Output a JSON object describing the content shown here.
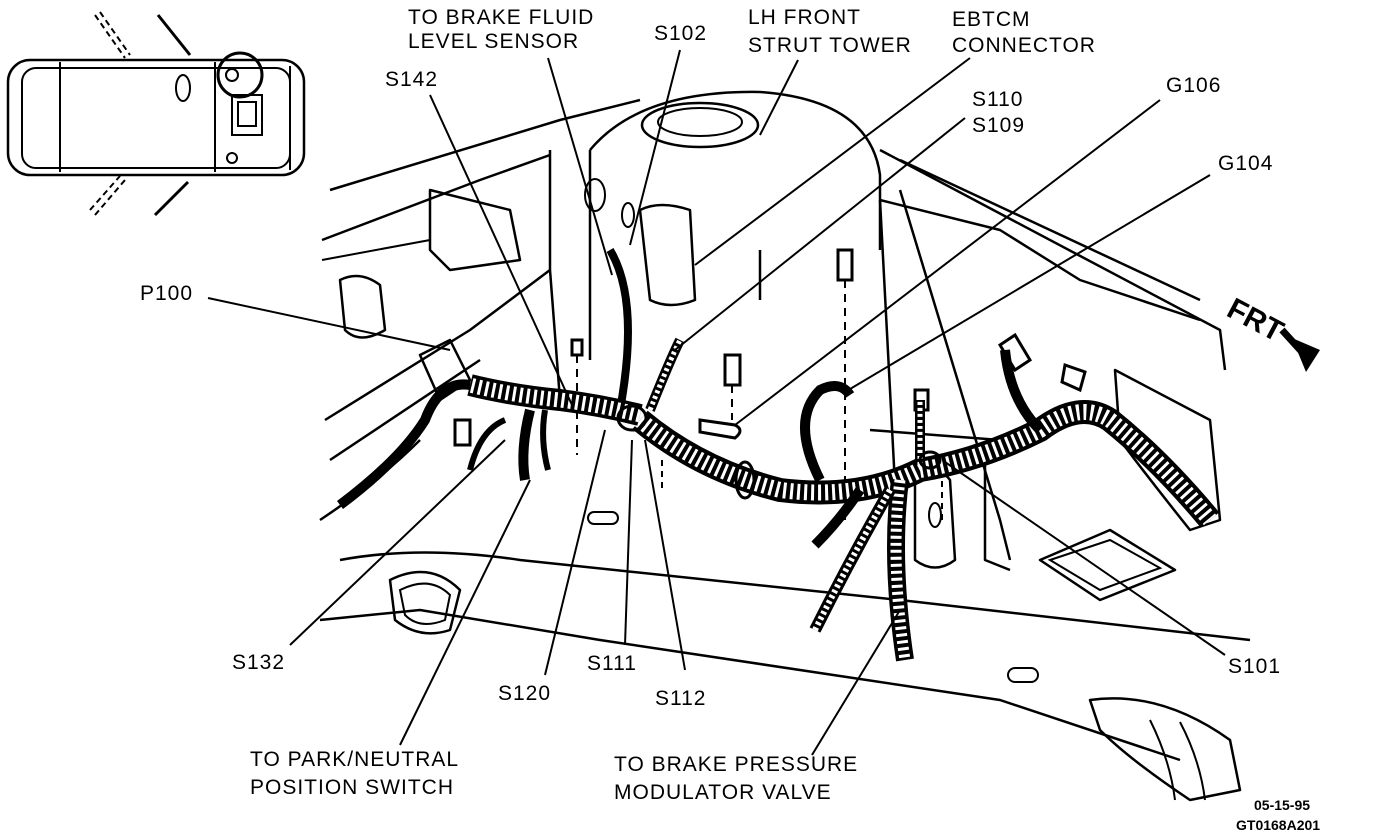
{
  "labels": {
    "brake_fluid": [
      "TO BRAKE FLUID",
      "LEVEL SENSOR"
    ],
    "s102": "S102",
    "lh_front": [
      "LH FRONT",
      "STRUT TOWER"
    ],
    "ebtcm": [
      "EBTCM",
      "CONNECTOR"
    ],
    "s142": "S142",
    "s110": "S110",
    "s109": "S109",
    "g106": "G106",
    "g104": "G104",
    "p100": "P100",
    "s132": "S132",
    "s120": "S120",
    "s111": "S111",
    "s112": "S112",
    "s101": "S101",
    "park_neutral": [
      "TO PARK/NEUTRAL",
      "POSITION SWITCH"
    ],
    "brake_pressure": [
      "TO BRAKE PRESSURE",
      "MODULATOR VALVE"
    ],
    "frt": "FRT"
  },
  "footer": {
    "date": "05-15-95",
    "code": "GT0168A201"
  }
}
